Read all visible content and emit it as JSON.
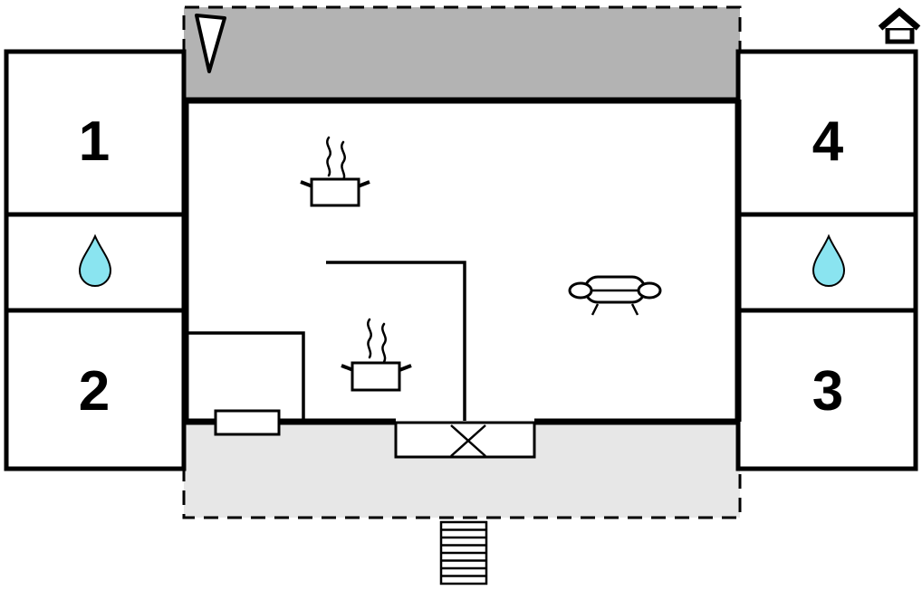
{
  "floorplan": {
    "title": "holiday-home-floor-plan",
    "rooms": [
      {
        "id": "room-1",
        "label": "1",
        "position": "top-left-wing"
      },
      {
        "id": "room-2",
        "label": "2",
        "position": "bottom-left-wing"
      },
      {
        "id": "room-3",
        "label": "3",
        "position": "bottom-right-wing"
      },
      {
        "id": "room-4",
        "label": "4",
        "position": "top-right-wing"
      }
    ],
    "bathrooms": [
      {
        "id": "bath-left",
        "icon": "water-drop"
      },
      {
        "id": "bath-right",
        "icon": "water-drop"
      }
    ],
    "icons": {
      "north_arrow": "triangle-pointer-down",
      "home": "house-glyph",
      "cooking_pot": "pot-with-steam",
      "sofa": "sofa-top-view",
      "stairs": "stairs-ladder",
      "window": "x-marked-opening",
      "radiator": "bench-rectangle"
    },
    "colors": {
      "terrace_top": "#b3b3b3",
      "terrace_bottom": "#e7e7e7",
      "drop": "#8ae4f0",
      "wall": "#000000",
      "background": "#ffffff"
    }
  }
}
